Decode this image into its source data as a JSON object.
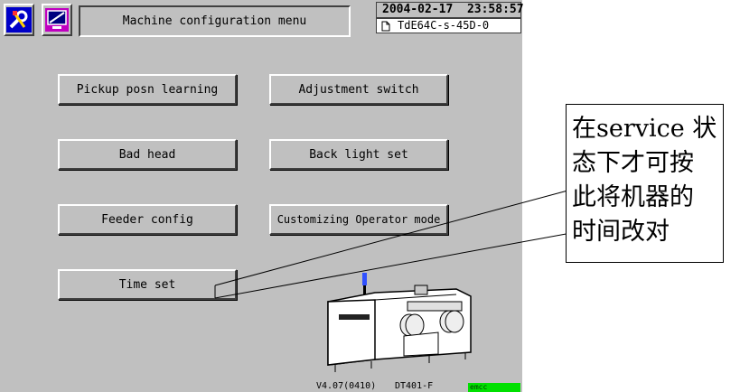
{
  "header": {
    "title": "Machine configuration menu",
    "date": "2004-02-17",
    "time": "23:58:57",
    "file_name": "TdE64C-s-45D-0"
  },
  "toolbar": {
    "tools_icon": "wrench-screwdriver-icon",
    "monitor_icon": "monitor-icon"
  },
  "menu": {
    "pickup_posn_learning": "Pickup posn learning",
    "adjustment_switch": "Adjustment switch",
    "bad_head": "Bad head",
    "back_light_set": "Back light set",
    "feeder_config": "Feeder config",
    "customizing_operator_mode": "Customizing Operator mode",
    "time_set": "Time set"
  },
  "footer": {
    "version": "V4.07(0410)",
    "model": "DT401-F",
    "status": "emcc",
    "status_color": "#00e000"
  },
  "annotation": {
    "text": "在service 状态下才可按此将机器的时间改对"
  },
  "colors": {
    "screen_bg": "#c0c0c0",
    "icon_blue": "#0000c8",
    "icon_magenta": "#c000c0"
  }
}
